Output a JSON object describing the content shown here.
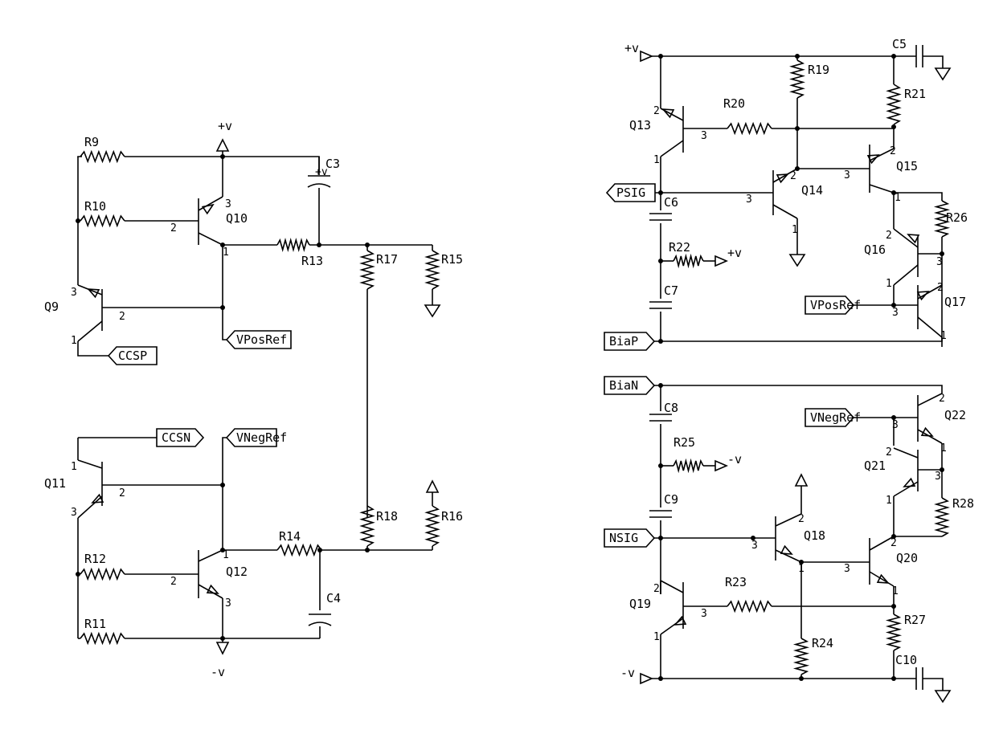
{
  "resistors": [
    "R9",
    "R10",
    "R11",
    "R12",
    "R13",
    "R14",
    "R15",
    "R16",
    "R17",
    "R18",
    "R19",
    "R20",
    "R21",
    "R22",
    "R23",
    "R24",
    "R25",
    "R26",
    "R27",
    "R28"
  ],
  "capacitors": [
    "C3",
    "C4",
    "C5",
    "C6",
    "C7",
    "C8",
    "C9",
    "C10"
  ],
  "transistors": [
    "Q9",
    "Q10",
    "Q11",
    "Q12",
    "Q13",
    "Q14",
    "Q15",
    "Q16",
    "Q17",
    "Q18",
    "Q19",
    "Q20",
    "Q21",
    "Q22"
  ],
  "pins": {
    "p1": "1",
    "p2": "2",
    "p3": "3"
  },
  "supplies": {
    "pos": "+v",
    "neg": "-v"
  },
  "ports": {
    "ccsp": "CCSP",
    "ccsn": "CCSN",
    "vposref": "VPosRef",
    "vnegref": "VNegRef",
    "psig": "PSIG",
    "nsig": "NSIG",
    "biap": "BiaP",
    "bian": "BiaN"
  }
}
